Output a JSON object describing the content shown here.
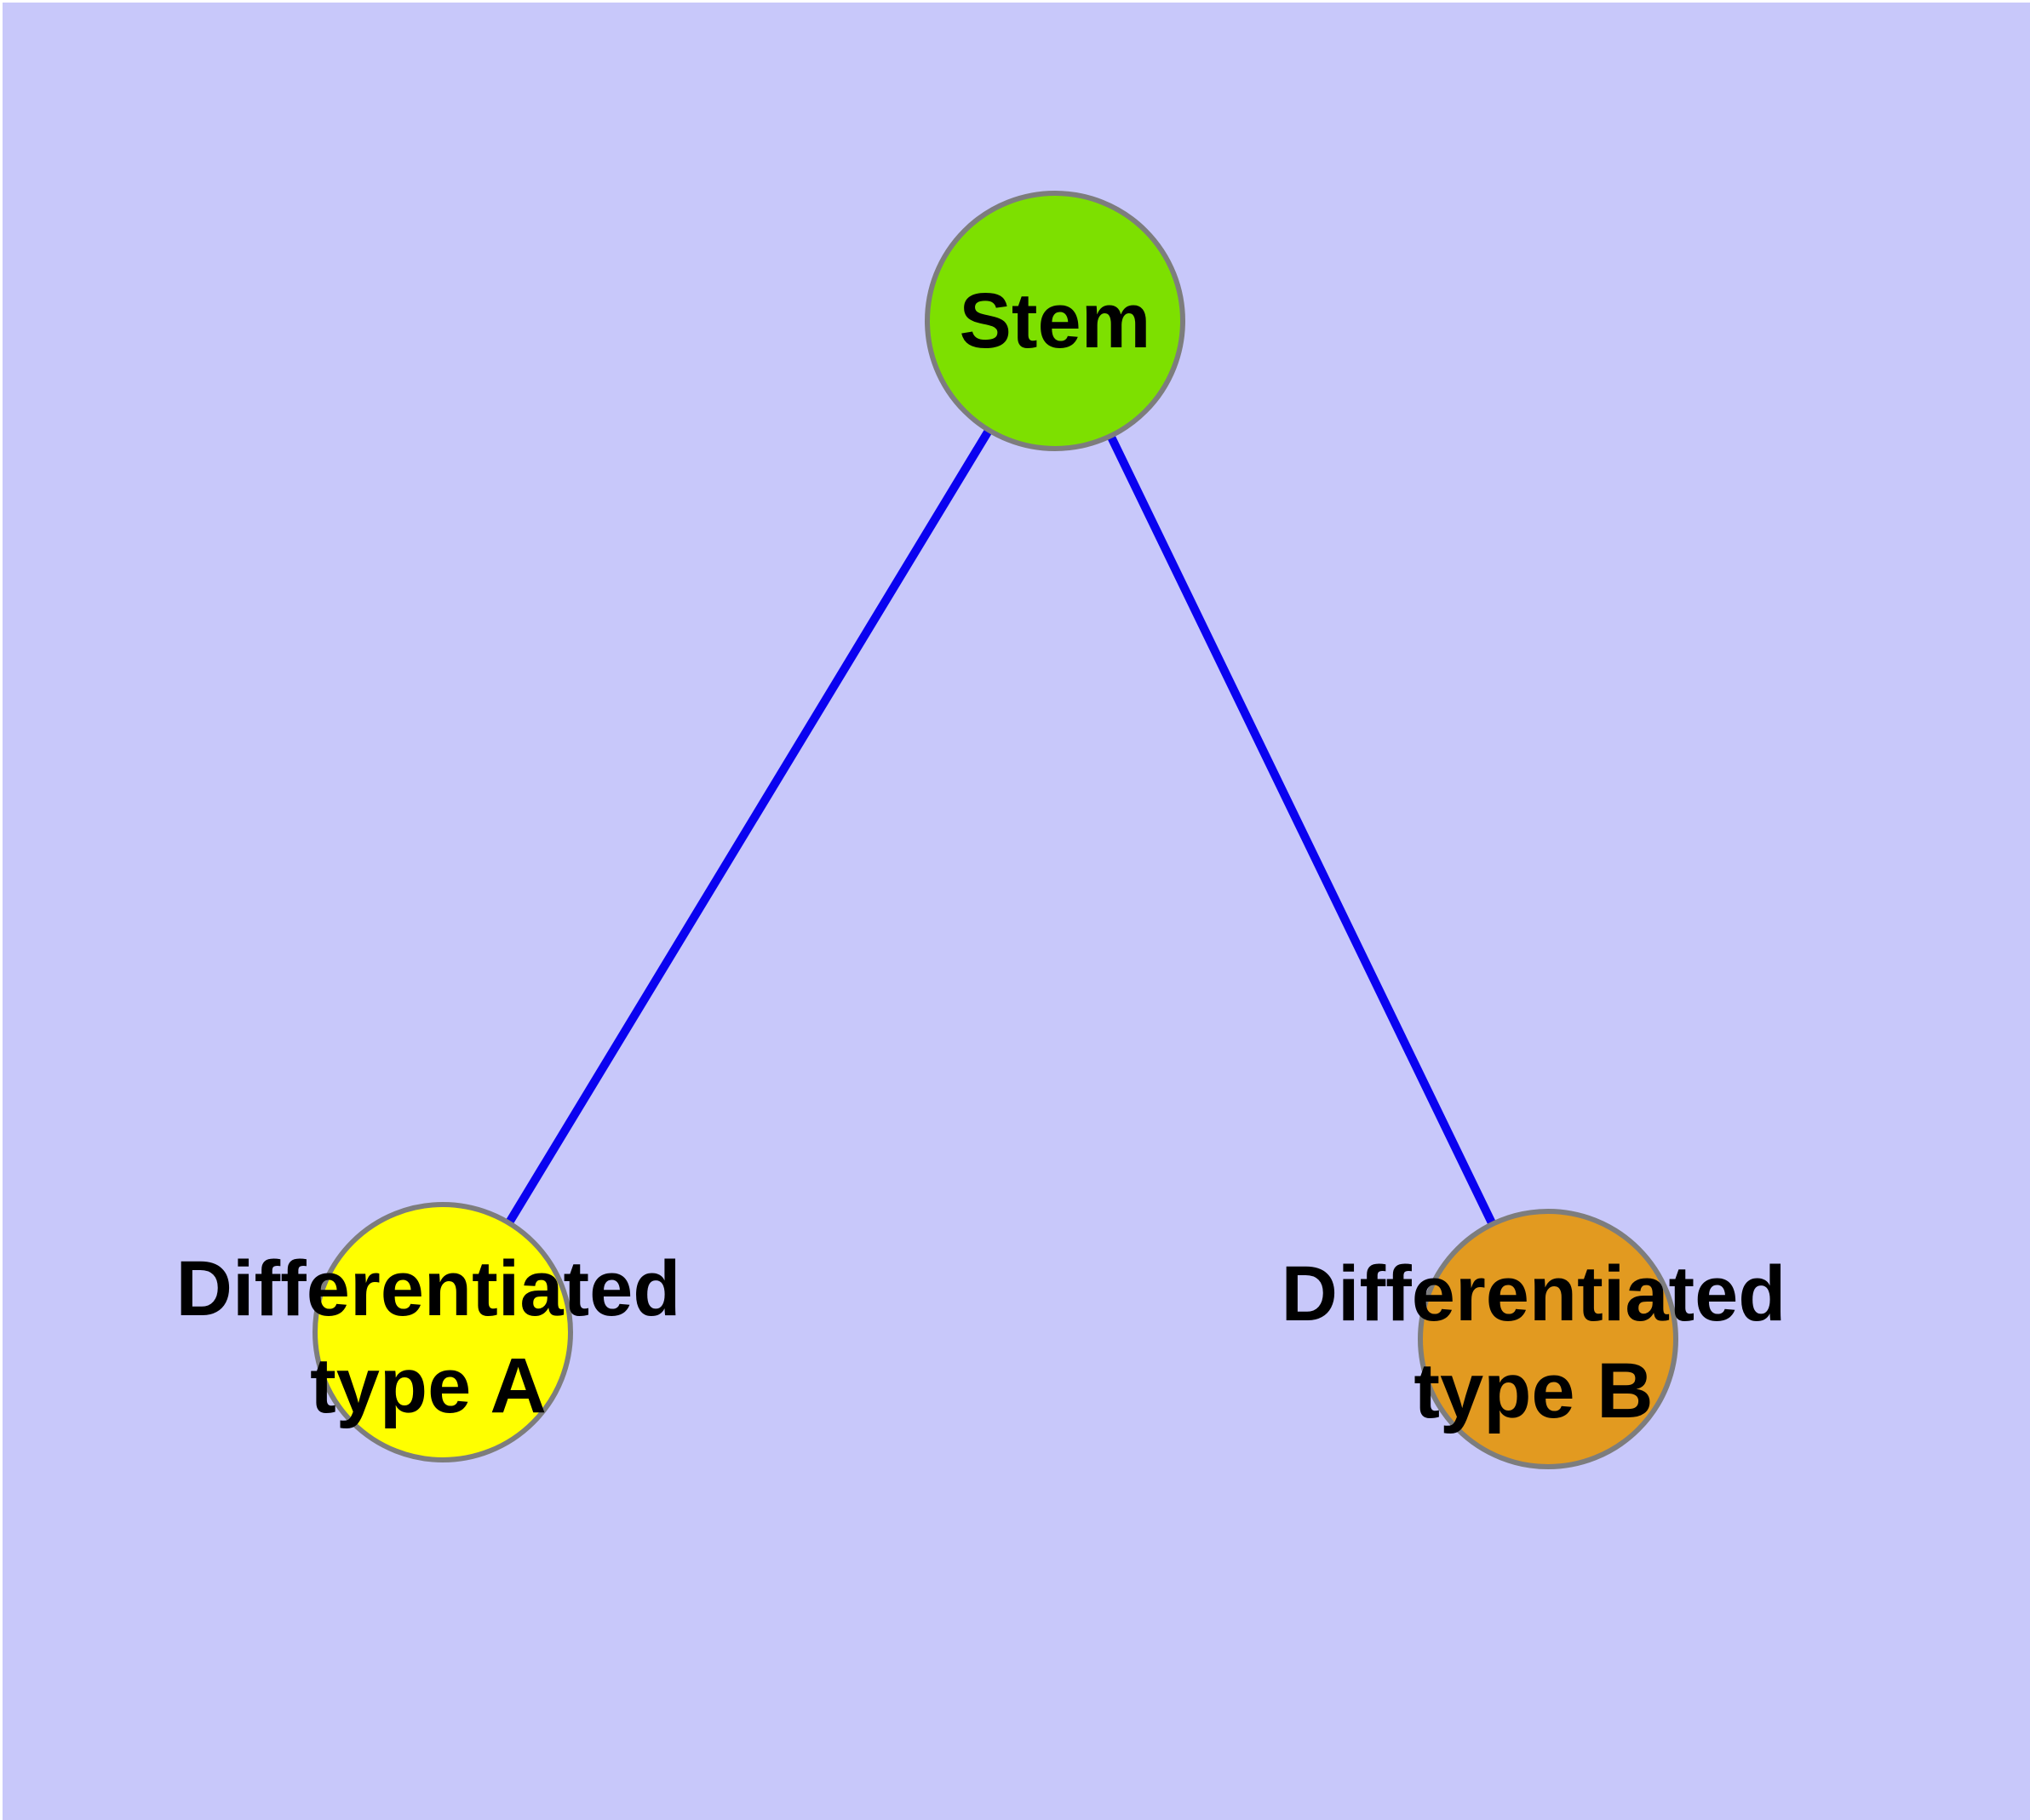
{
  "diagram": {
    "type": "graph",
    "background_color": "#c8c8fa",
    "frame_color": "#ffffff",
    "edge_color": "#0a02f0",
    "node_border_color": "#7d7d7d",
    "text_color": "#000000",
    "nodes": [
      {
        "id": "stem",
        "label": "Stem",
        "fill_color": "#7de000",
        "shape": "circle"
      },
      {
        "id": "differentiated-type-a",
        "label": "Differentiated\ntype A",
        "fill_color": "#ffff00",
        "shape": "circle"
      },
      {
        "id": "differentiated-type-b",
        "label": "Differentiated\ntype B",
        "fill_color": "#e29a20",
        "shape": "circle"
      }
    ],
    "edges": [
      {
        "from": "stem",
        "to": "differentiated-type-a"
      },
      {
        "from": "stem",
        "to": "differentiated-type-b"
      }
    ]
  }
}
